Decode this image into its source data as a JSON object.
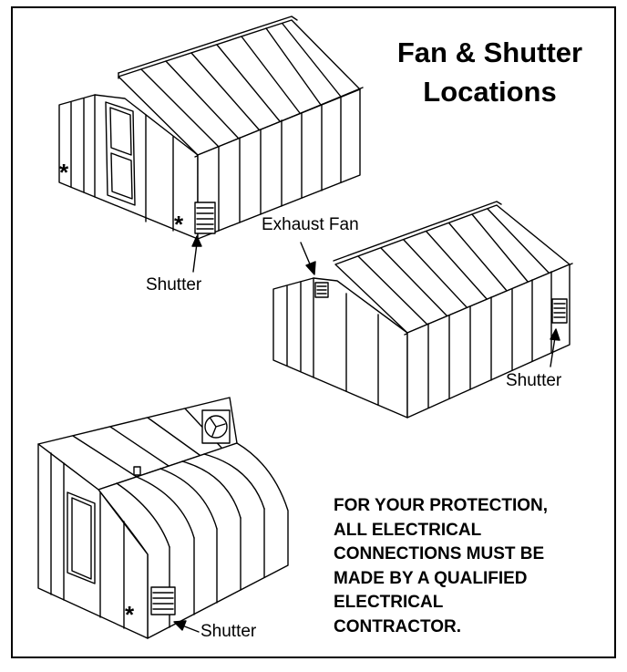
{
  "title": {
    "line1": "Fan & Shutter",
    "line2": "Locations"
  },
  "labels": {
    "shutter_top_left": "Shutter",
    "exhaust_fan": "Exhaust Fan",
    "shutter_right": "Shutter",
    "shutter_bottom": "Shutter"
  },
  "markers": {
    "star": "*"
  },
  "warning": {
    "lines": [
      "FOR YOUR PROTECTION,",
      "ALL ELECTRICAL",
      "CONNECTIONS MUST BE",
      "MADE BY A QUALIFIED",
      "ELECTRICAL",
      "CONTRACTOR."
    ]
  }
}
